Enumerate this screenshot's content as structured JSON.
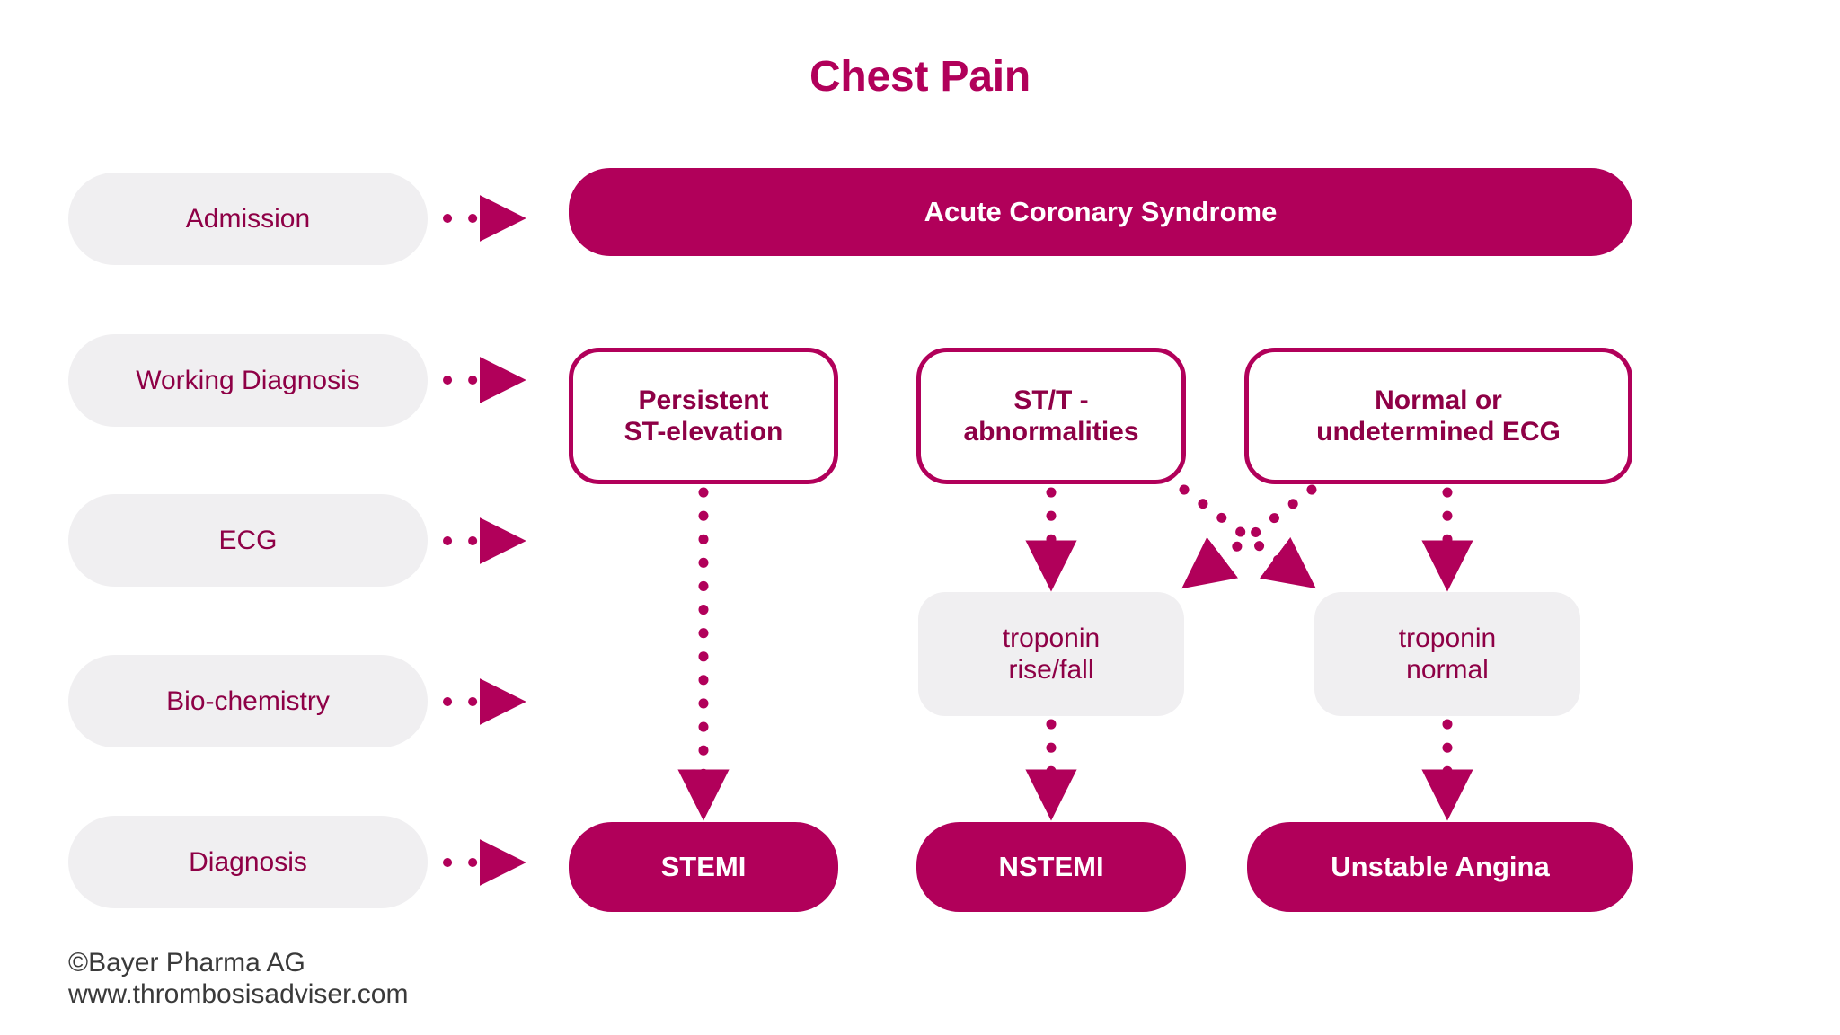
{
  "title": "Chest Pain",
  "colors": {
    "primary": "#B1005A",
    "text_primary": "#8E0046",
    "grey_fill": "#F0EFF1",
    "white": "#FFFFFF",
    "footer_text": "#3A3A3A",
    "background": "#FFFFFF"
  },
  "stages": [
    {
      "label": "Admission"
    },
    {
      "label": "Working Diagnosis"
    },
    {
      "label": "ECG"
    },
    {
      "label": "Bio-chemistry"
    },
    {
      "label": "Diagnosis"
    }
  ],
  "banner": {
    "label": "Acute Coronary Syndrome"
  },
  "ecg_findings": [
    {
      "label": "Persistent\nST-elevation"
    },
    {
      "label": "ST/T -\nabnormalities"
    },
    {
      "label": "Normal or\nundetermined ECG"
    }
  ],
  "biochemistry": [
    {
      "label": "troponin\nrise/fall"
    },
    {
      "label": "troponin\nnormal"
    }
  ],
  "diagnoses": [
    {
      "label": "STEMI"
    },
    {
      "label": "NSTEMI"
    },
    {
      "label": "Unstable Angina"
    }
  ],
  "footer": {
    "text": "©Bayer Pharma AG\nwww.thrombosisadviser.com"
  },
  "connectors": [
    {
      "from": "stage-admission",
      "to": "banner",
      "style": "dotted-horizontal"
    },
    {
      "from": "stage-working-diagnosis",
      "to": "ecg-findings-row",
      "style": "dotted-horizontal"
    },
    {
      "from": "stage-ecg",
      "to": "ecg-row",
      "style": "dotted-horizontal"
    },
    {
      "from": "stage-bio-chemistry",
      "to": "troponin-row",
      "style": "dotted-horizontal"
    },
    {
      "from": "stage-diagnosis",
      "to": "diagnosis-row",
      "style": "dotted-horizontal"
    },
    {
      "from": "Persistent ST-elevation",
      "to": "STEMI",
      "style": "dotted-vertical"
    },
    {
      "from": "ST/T - abnormalities",
      "to": "troponin rise/fall",
      "style": "dotted-vertical"
    },
    {
      "from": "ST/T - abnormalities",
      "to": "troponin normal",
      "style": "dotted-diagonal"
    },
    {
      "from": "Normal or undetermined ECG",
      "to": "troponin rise/fall",
      "style": "dotted-diagonal"
    },
    {
      "from": "Normal or undetermined ECG",
      "to": "troponin normal",
      "style": "dotted-vertical"
    },
    {
      "from": "troponin rise/fall",
      "to": "NSTEMI",
      "style": "dotted-vertical"
    },
    {
      "from": "troponin normal",
      "to": "Unstable Angina",
      "style": "dotted-vertical"
    }
  ]
}
